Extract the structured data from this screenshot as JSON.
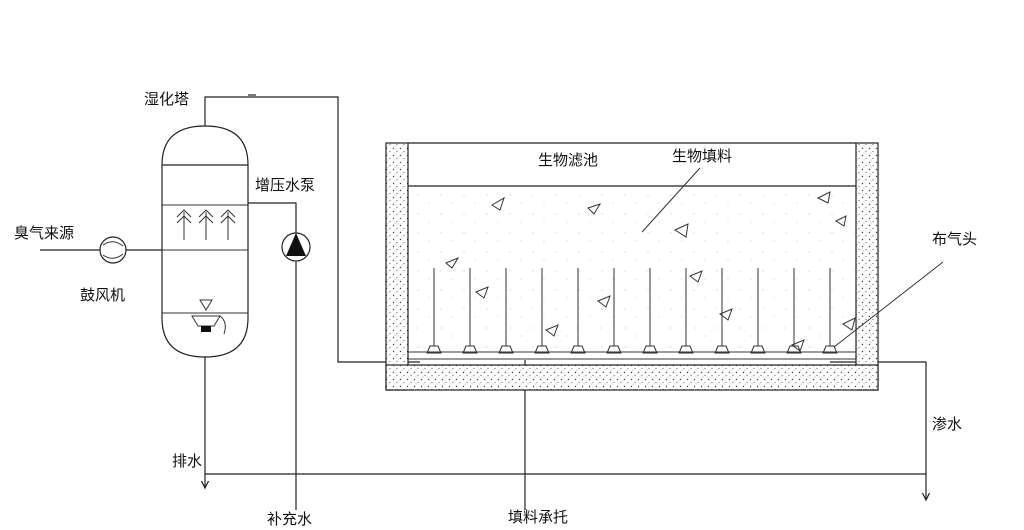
{
  "labels": {
    "humidifier_tower": "湿化塔",
    "booster_pump": "增压水泵",
    "odor_source": "臭气来源",
    "blower": "鼓风机",
    "drain": "排水",
    "makeup_water": "补充水",
    "biofilter": "生物滤池",
    "bio_packing": "生物填料",
    "air_diffuser": "布气头",
    "leachate": "渗水",
    "packing_support": "填料承托"
  },
  "colors": {
    "line": "#222222",
    "concrete": "#ffffff"
  },
  "icons": {
    "pump": "pump-symbol-icon",
    "blower": "blower-fan-icon",
    "spray": "spray-arrows-icon",
    "nozzle": "spray-nozzle-icon"
  },
  "diffuser_count": 12
}
